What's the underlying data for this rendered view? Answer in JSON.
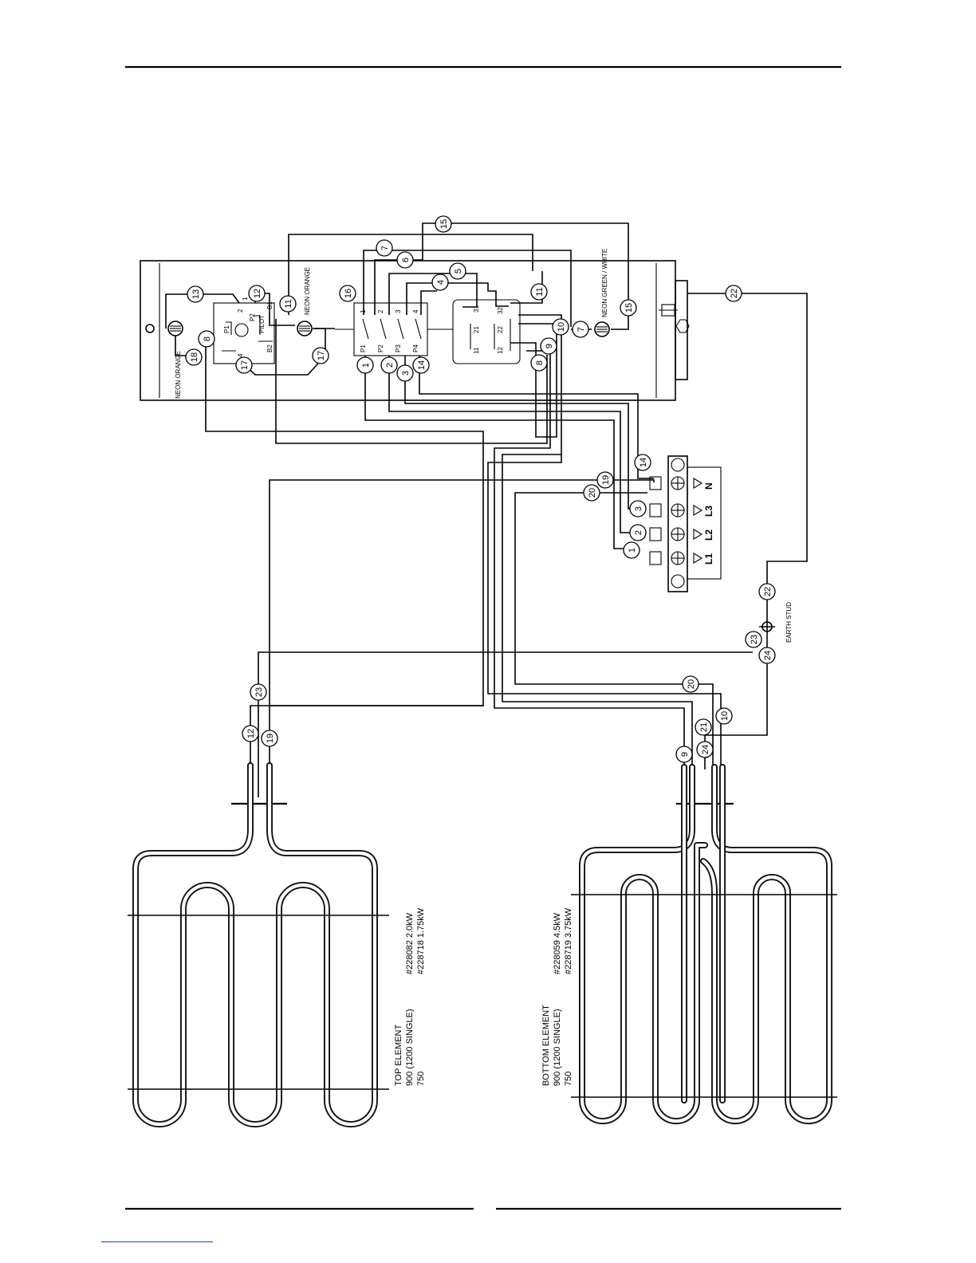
{
  "labels": {
    "neon_orange_left": "NEON ORANGE",
    "neon_orange_mid": "NEON ORANGE",
    "neon_green_white": "NEON GREEN / WHITE",
    "earth_stud": "EARTH STUD",
    "thermostat_p1": "P1",
    "thermostat_p2": "P2",
    "thermostat_pilot": "PILOT",
    "thermostat_b1": "B1",
    "thermostat_b2": "B2",
    "thermostat_t1": "1",
    "thermostat_t2": "2",
    "thermostat_t4": "4"
  },
  "switch": {
    "poles": [
      "P1",
      "P2",
      "P3",
      "P4"
    ],
    "top_contacts": [
      "1",
      "2",
      "3",
      "4"
    ],
    "aux_col1": [
      "31",
      "32"
    ],
    "aux_col2": [
      "21",
      "22"
    ],
    "aux_col3": [
      "11",
      "12"
    ]
  },
  "terminal_block": [
    "L1",
    "L2",
    "L3",
    "N"
  ],
  "top_element": {
    "name": "TOP ELEMENT",
    "size1": "900 (1200 SINGLE)",
    "size2": "750",
    "part1": "#228082 2.0kW",
    "part2": "#228718 1.75kW"
  },
  "bottom_element": {
    "name": "BOTTOM ELEMENT",
    "size1": "900 (1200 SINGLE)",
    "size2": "750",
    "part1": "#228059 4.5kW",
    "part2": "#228719 3.75kW"
  },
  "wire_numbers": {
    "w1": "1",
    "w2": "2",
    "w3": "3",
    "w4": "4",
    "w5": "5",
    "w6": "6",
    "w7": "7",
    "w8": "8",
    "w9": "9",
    "w10": "10",
    "w11": "11",
    "w12": "12",
    "w13": "13",
    "w14": "14",
    "w15": "15",
    "w16": "16",
    "w17": "17",
    "w18": "18",
    "w19": "19",
    "w20": "20",
    "w21": "21",
    "w22": "22",
    "w23": "23",
    "w24": "24"
  }
}
